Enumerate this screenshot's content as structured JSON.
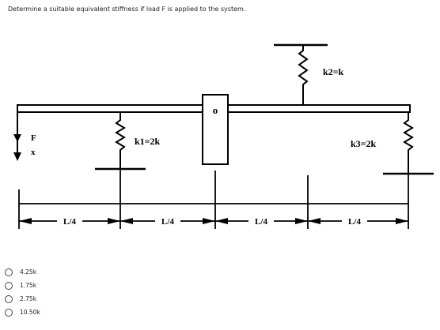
{
  "question": {
    "text": "Determine a suitable equivalent stiffness if load F is applied to the system."
  },
  "diagram": {
    "load_label": "F",
    "displacement_label": "x",
    "spring_labels": [
      "k1=2k",
      "k2=k",
      "k3=2k"
    ],
    "segment_labels": [
      "L/4",
      "L/4",
      "L/4",
      "L/4"
    ],
    "pivot_symbol": "o"
  },
  "options": [
    {
      "label": "4.25k"
    },
    {
      "label": "1.75k"
    },
    {
      "label": "2.75k"
    },
    {
      "label": "10.50k"
    }
  ]
}
